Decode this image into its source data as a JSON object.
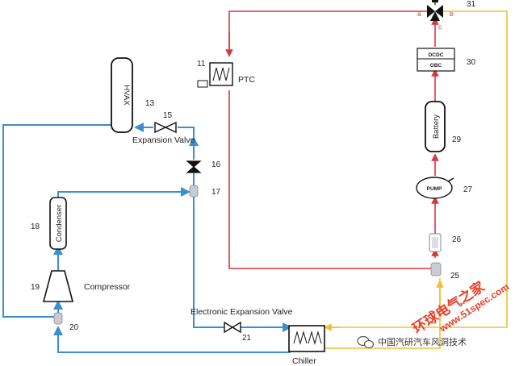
{
  "colors": {
    "refrigerant": "#3b8fd1",
    "coolant_hot": "#d9363e",
    "coolant_warm": "#f0c030",
    "component_stroke": "#111111"
  },
  "components": {
    "hvax": "HVAX",
    "ptc": "PTC",
    "dcdc": "DCDC",
    "obc": "OBC",
    "battery": "Battery",
    "pump": "PUMP",
    "condenser": "Condenser",
    "compressor": "Compressor",
    "chiller": "Chiller",
    "expansion_valve": "Expansion Valve",
    "eev": "Electronic Expansion Valve"
  },
  "numbers": {
    "n11": "11",
    "n13": "13",
    "n15": "15",
    "n16": "16",
    "n17": "17",
    "n18": "18",
    "n19": "19",
    "n20": "20",
    "n21": "21",
    "n25": "25",
    "n26": "26",
    "n27": "27",
    "n29": "29",
    "n30": "30",
    "n31": "31"
  },
  "valve_ports": {
    "a": "a",
    "b": "b",
    "c": "c"
  },
  "watermark": {
    "brand": "环球电气之家",
    "url": "www.51spec.com",
    "account": "中国汽研汽车风洞技术"
  },
  "icons": [
    "wechat-icon",
    "expansion-valve-icon",
    "check-valve-icon",
    "three-way-valve-icon",
    "pump-icon",
    "heater-coil-icon"
  ]
}
